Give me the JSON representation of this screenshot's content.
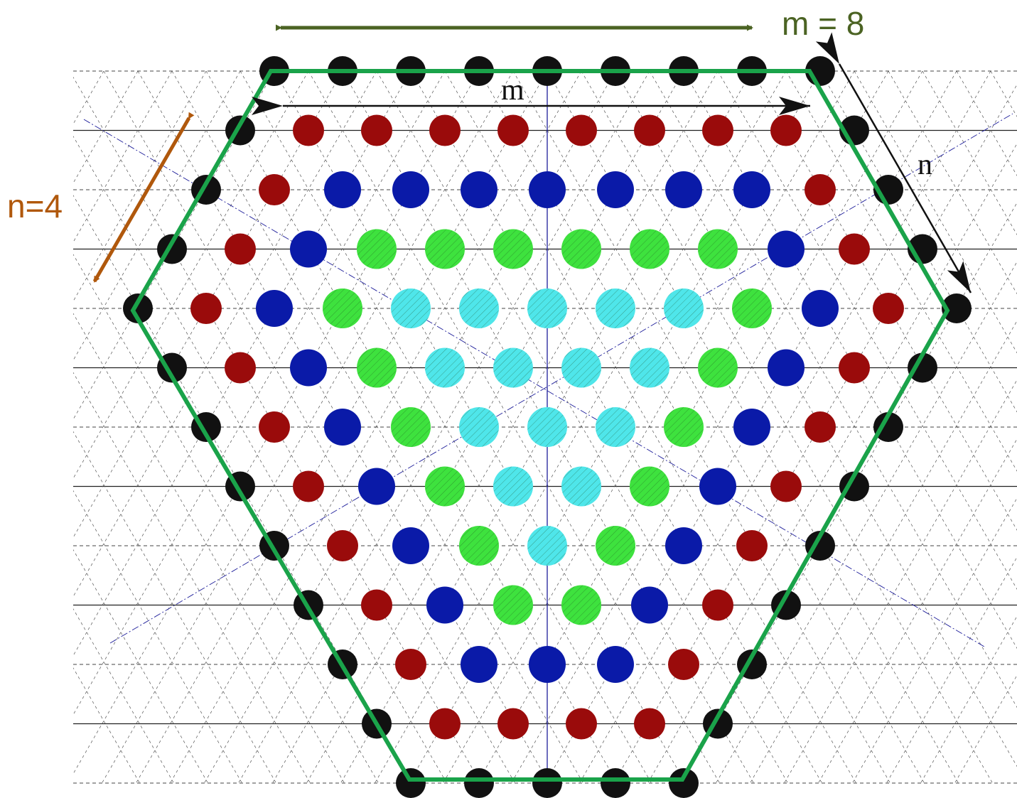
{
  "labels": {
    "m_value": "m = 8",
    "n_value": "n=4",
    "m_symbol": "m",
    "n_symbol": "n"
  },
  "colors": {
    "outer_ring": "#111111",
    "ring_red": "#9a0b0b",
    "ring_blue": "#0a1aa8",
    "ring_green": "#3ee23e",
    "ring_cyan": "#4fe6ea",
    "hexagon_outline": "#1aa34a",
    "m_value_text": "#4b6323",
    "n_value_text": "#b0580c",
    "symbol_arrows": "#111111",
    "lattice_lines": "#444444",
    "center_axes": "#1d1d9a"
  },
  "lattice": {
    "rows": [
      [
        "K",
        "K",
        "K",
        "K",
        "K",
        "K",
        "K",
        "K",
        "K"
      ],
      [
        "K",
        "R",
        "R",
        "R",
        "R",
        "R",
        "R",
        "R",
        "R",
        "K"
      ],
      [
        "K",
        "R",
        "B",
        "B",
        "B",
        "B",
        "B",
        "B",
        "B",
        "R",
        "K"
      ],
      [
        "K",
        "R",
        "B",
        "G",
        "G",
        "G",
        "G",
        "G",
        "G",
        "B",
        "R",
        "K"
      ],
      [
        "K",
        "R",
        "B",
        "G",
        "C",
        "C",
        "C",
        "C",
        "C",
        "G",
        "B",
        "R",
        "K"
      ],
      [
        "K",
        "R",
        "B",
        "G",
        "C",
        "C",
        "C",
        "C",
        "G",
        "B",
        "R",
        "K"
      ],
      [
        "K",
        "R",
        "B",
        "G",
        "C",
        "C",
        "C",
        "G",
        "B",
        "R",
        "K"
      ],
      [
        "K",
        "R",
        "B",
        "G",
        "C",
        "C",
        "G",
        "B",
        "R",
        "K"
      ],
      [
        "K",
        "R",
        "B",
        "G",
        "C",
        "G",
        "B",
        "R",
        "K"
      ],
      [
        "K",
        "R",
        "B",
        "G",
        "G",
        "B",
        "R",
        "K"
      ],
      [
        "K",
        "R",
        "B",
        "B",
        "B",
        "R",
        "K"
      ],
      [
        "K",
        "R",
        "R",
        "R",
        "R",
        "K"
      ],
      [
        "K",
        "K",
        "K",
        "K",
        "K"
      ]
    ]
  }
}
